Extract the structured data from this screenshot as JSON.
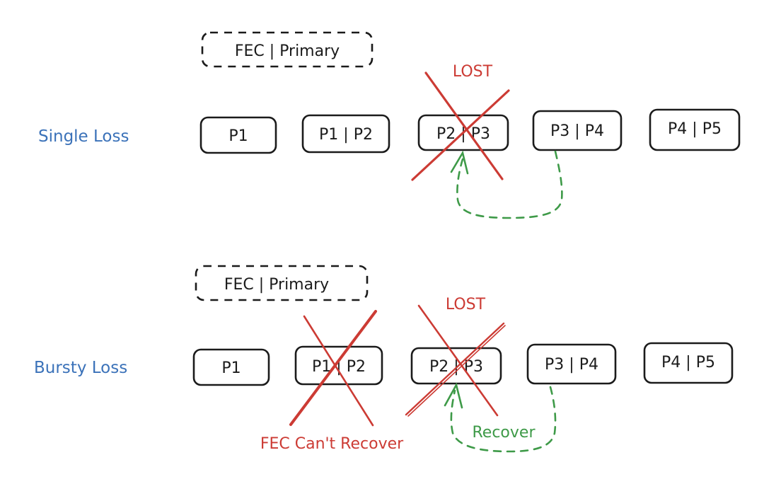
{
  "colors": {
    "label_blue": "#3b72b9",
    "loss_red": "#cc3b34",
    "recover_green": "#3e9a48",
    "ink": "#1b1b1b"
  },
  "scenarios": [
    {
      "id": "single",
      "title": "Single Loss",
      "legend": "FEC | Primary",
      "lost_label": "LOST",
      "packets": [
        {
          "label": "P1",
          "lost": false
        },
        {
          "label": "P1 | P2",
          "lost": false
        },
        {
          "label": "P2 | P3",
          "lost": true
        },
        {
          "label": "P3 | P4",
          "lost": false
        },
        {
          "label": "P4 | P5",
          "lost": false
        }
      ],
      "recovery": {
        "from_packet": "P3 | P4",
        "to_packet": "P2 | P3",
        "label": ""
      },
      "failure_label": ""
    },
    {
      "id": "bursty",
      "title": "Bursty Loss",
      "legend": "FEC | Primary",
      "lost_label": "LOST",
      "packets": [
        {
          "label": "P1",
          "lost": false
        },
        {
          "label": "P1 | P2",
          "lost": true
        },
        {
          "label": "P2 | P3",
          "lost": true
        },
        {
          "label": "P3 | P4",
          "lost": false
        },
        {
          "label": "P4 | P5",
          "lost": false
        }
      ],
      "recovery": {
        "from_packet": "P3 | P4",
        "to_packet": "P2 | P3",
        "label": "Recover"
      },
      "failure_label": "FEC Can't Recover"
    }
  ]
}
